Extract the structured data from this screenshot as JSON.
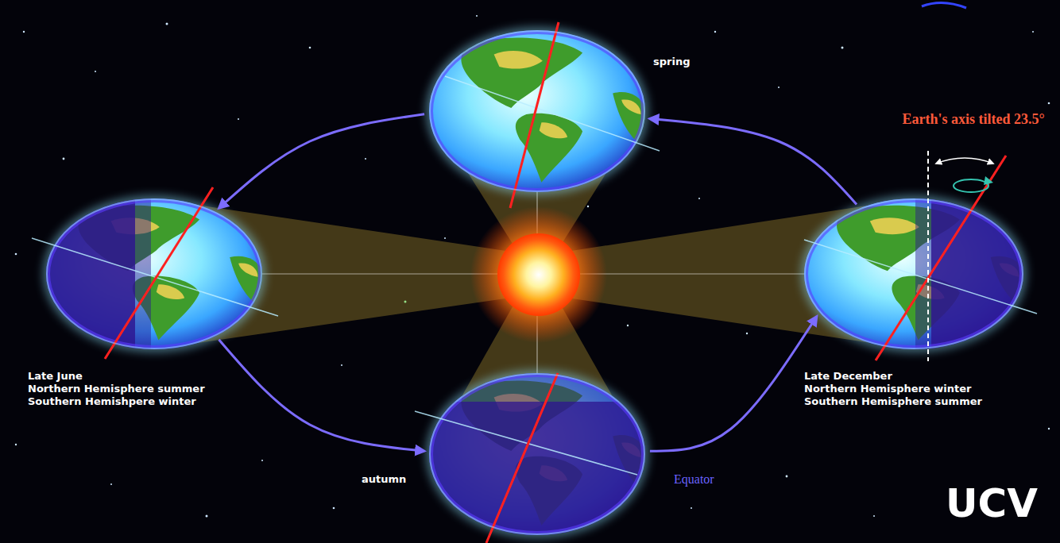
{
  "diagram": {
    "nodes": [
      {
        "text": [
          "spring"
        ]
      },
      {
        "text": [
          "Late June",
          "Northern Hemisphere summer",
          "Southern Hemishpere winter"
        ]
      },
      {
        "text": [
          "Late December",
          "Northern Hemisphere winter",
          "Southern Hemisphere summer"
        ]
      },
      {
        "text": [
          "autumn"
        ]
      }
    ],
    "edges": [
      {
        "from": 2,
        "to": 0,
        "arrow": "to"
      },
      {
        "from": 0,
        "to": 1,
        "arrow": "to"
      },
      {
        "from": 1,
        "to": 3,
        "arrow": "to"
      },
      {
        "from": 3,
        "to": 2,
        "arrow": "to"
      }
    ],
    "labels": [
      "Earth's axis tilted 23.5°",
      "Equator",
      "UCV"
    ]
  }
}
